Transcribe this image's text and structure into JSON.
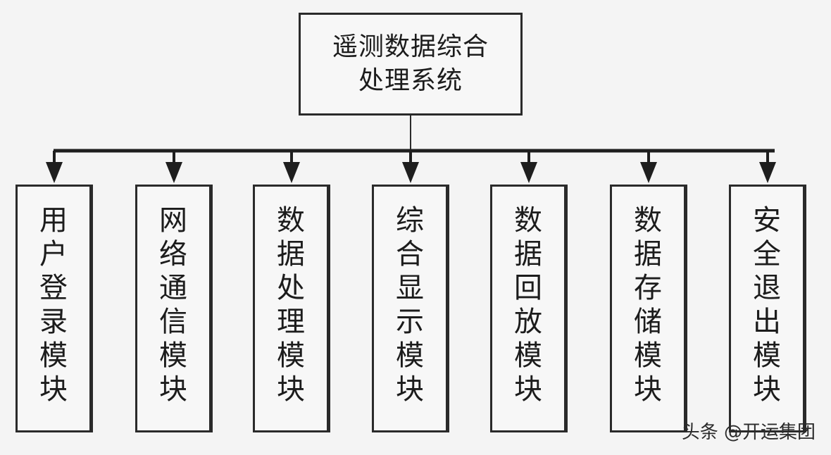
{
  "root": {
    "line1": "遥测数据综合",
    "line2": "处理系统"
  },
  "modules": [
    {
      "chars": [
        "用",
        "户",
        "登",
        "录",
        "模",
        "块"
      ]
    },
    {
      "chars": [
        "网",
        "络",
        "通",
        "信",
        "模",
        "块"
      ]
    },
    {
      "chars": [
        "数",
        "据",
        "处",
        "理",
        "模",
        "块"
      ]
    },
    {
      "chars": [
        "综",
        "合",
        "显",
        "示",
        "模",
        "块"
      ]
    },
    {
      "chars": [
        "数",
        "据",
        "回",
        "放",
        "模",
        "块"
      ]
    },
    {
      "chars": [
        "数",
        "据",
        "存",
        "储",
        "模",
        "块"
      ]
    },
    {
      "chars": [
        "安",
        "全",
        "退",
        "出",
        "模",
        "块"
      ]
    }
  ],
  "watermark": "头条 @开运集团"
}
